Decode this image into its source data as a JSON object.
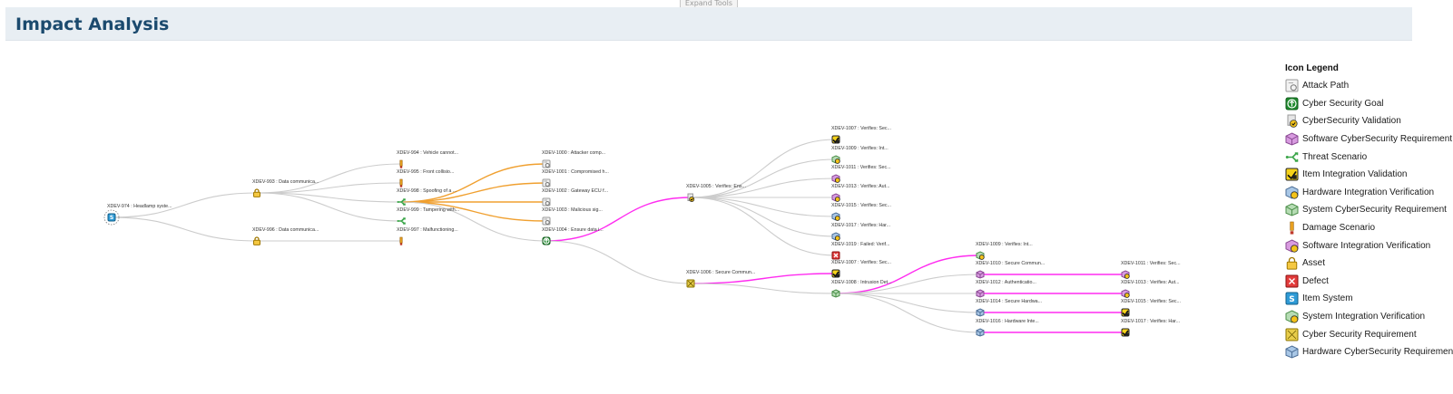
{
  "toolbar": {
    "expand_tools": "Expand Tools"
  },
  "page": {
    "title": "Impact Analysis"
  },
  "legend": {
    "title": "Icon Legend",
    "items": [
      {
        "label": "Attack Path",
        "icon": "attack-path"
      },
      {
        "label": "Cyber Security Goal",
        "icon": "cyber-security-goal"
      },
      {
        "label": "CyberSecurity Validation",
        "icon": "cybersecurity-validation"
      },
      {
        "label": "Software CyberSecurity Requirement",
        "icon": "software-cybersecurity-requirement"
      },
      {
        "label": "Threat Scenario",
        "icon": "threat-scenario"
      },
      {
        "label": "Item Integration Validation",
        "icon": "item-integration-validation"
      },
      {
        "label": "Hardware Integration Verification",
        "icon": "hardware-integration-verification"
      },
      {
        "label": "System CyberSecurity Requirement",
        "icon": "system-cybersecurity-requirement"
      },
      {
        "label": "Damage Scenario",
        "icon": "damage-scenario"
      },
      {
        "label": "Software Integration Verification",
        "icon": "software-integration-verification"
      },
      {
        "label": "Asset",
        "icon": "asset"
      },
      {
        "label": "Defect",
        "icon": "defect"
      },
      {
        "label": "Item System",
        "icon": "item-system"
      },
      {
        "label": "System Integration Verification",
        "icon": "system-integration-verification"
      },
      {
        "label": "Cyber Security Requirement",
        "icon": "cyber-security-requirement"
      },
      {
        "label": "Hardware CyberSecurity Requirement",
        "icon": "hardware-cybersecurity-requirement"
      }
    ]
  },
  "colors": {
    "gray_edge": "#cccccc",
    "orange_edge": "#f0a030",
    "magenta_edge": "#ff2cf0",
    "title": "#1b4a6e",
    "header_bg": "#e8eef3"
  },
  "graph": {
    "nodes": [
      {
        "id": "n974",
        "label": "XDEV-974 : Headlamp syste...",
        "type": "item-system"
      },
      {
        "id": "n993",
        "label": "XDEV-993 : Data communica...",
        "type": "asset"
      },
      {
        "id": "n996",
        "label": "XDEV-996 : Data communica...",
        "type": "asset"
      },
      {
        "id": "n994",
        "label": "XDEV-994 : Vehicle cannot...",
        "type": "damage-scenario"
      },
      {
        "id": "n995",
        "label": "XDEV-995 : Front collisio...",
        "type": "damage-scenario"
      },
      {
        "id": "n998",
        "label": "XDEV-998 : Spoofing of a ...",
        "type": "threat-scenario"
      },
      {
        "id": "n999",
        "label": "XDEV-999 : Tampering with...",
        "type": "threat-scenario"
      },
      {
        "id": "n997",
        "label": "XDEV-997 : Malfunctioning...",
        "type": "damage-scenario"
      },
      {
        "id": "n1000",
        "label": "XDEV-1000 : Attacker comp...",
        "type": "attack-path"
      },
      {
        "id": "n1001",
        "label": "XDEV-1001 : Compromised h...",
        "type": "attack-path"
      },
      {
        "id": "n1002",
        "label": "XDEV-1002 : Gateway ECU f...",
        "type": "attack-path"
      },
      {
        "id": "n1003",
        "label": "XDEV-1003 : Malicious sig...",
        "type": "attack-path"
      },
      {
        "id": "n1004",
        "label": "XDEV-1004 : Ensure data i...",
        "type": "cyber-security-goal"
      },
      {
        "id": "n1005",
        "label": "XDEV-1005 : Verifies: Ens...",
        "type": "cybersecurity-validation"
      },
      {
        "id": "n1006",
        "label": "XDEV-1006 : Secure Commun...",
        "type": "cyber-security-requirement"
      },
      {
        "id": "n1007a",
        "label": "XDEV-1007 : Verifies: Sec...",
        "type": "item-integration-validation"
      },
      {
        "id": "n1009",
        "label": "XDEV-1009 : Verifies: Int...",
        "type": "system-integration-verification"
      },
      {
        "id": "n1011",
        "label": "XDEV-1011 : Verifies: Sec...",
        "type": "software-integration-verification"
      },
      {
        "id": "n1013",
        "label": "XDEV-1013 : Verifies: Aut...",
        "type": "software-integration-verification"
      },
      {
        "id": "n1015",
        "label": "XDEV-1015 : Verifies: Sec...",
        "type": "hardware-integration-verification"
      },
      {
        "id": "n1017",
        "label": "XDEV-1017 : Verifies: Har...",
        "type": "hardware-integration-verification"
      },
      {
        "id": "n1019",
        "label": "XDEV-1019 : Failed: Verif...",
        "type": "defect"
      },
      {
        "id": "n1007b",
        "label": "XDEV-1007 : Verifies: Sec...",
        "type": "item-integration-validation"
      },
      {
        "id": "n1008",
        "label": "XDEV-1008 : Intrusion Det...",
        "type": "system-cybersecurity-requirement"
      },
      {
        "id": "n1009b",
        "label": "XDEV-1009 : Verifies: Int...",
        "type": "system-integration-verification"
      },
      {
        "id": "n1010",
        "label": "XDEV-1010 : Secure Commun...",
        "type": "software-cybersecurity-requirement"
      },
      {
        "id": "n1012",
        "label": "XDEV-1012 : Authenticatio...",
        "type": "software-cybersecurity-requirement"
      },
      {
        "id": "n1014",
        "label": "XDEV-1014 : Secure Hardwa...",
        "type": "hardware-cybersecurity-requirement"
      },
      {
        "id": "n1016",
        "label": "XDEV-1016 : Hardware Inte...",
        "type": "hardware-cybersecurity-requirement"
      },
      {
        "id": "n1011b",
        "label": "XDEV-1011 : Verifies: Sec...",
        "type": "software-integration-verification"
      },
      {
        "id": "n1013b",
        "label": "XDEV-1013 : Verifies: Aut...",
        "type": "software-integration-verification"
      },
      {
        "id": "n1015b",
        "label": "XDEV-1015 : Verifies: Sec...",
        "type": "item-integration-validation"
      },
      {
        "id": "n1017b",
        "label": "XDEV-1017 : Verifies: Har...",
        "type": "item-integration-validation"
      }
    ],
    "edges": [
      {
        "from": "n974",
        "to": "n993",
        "color": "gray"
      },
      {
        "from": "n974",
        "to": "n996",
        "color": "gray"
      },
      {
        "from": "n993",
        "to": "n994",
        "color": "gray"
      },
      {
        "from": "n993",
        "to": "n995",
        "color": "gray"
      },
      {
        "from": "n993",
        "to": "n998",
        "color": "gray"
      },
      {
        "from": "n993",
        "to": "n999",
        "color": "gray"
      },
      {
        "from": "n996",
        "to": "n997",
        "color": "gray"
      },
      {
        "from": "n998",
        "to": "n1000",
        "color": "orange"
      },
      {
        "from": "n998",
        "to": "n1001",
        "color": "orange"
      },
      {
        "from": "n998",
        "to": "n1002",
        "color": "orange"
      },
      {
        "from": "n998",
        "to": "n1003",
        "color": "orange"
      },
      {
        "from": "n998",
        "to": "n1004",
        "color": "gray"
      },
      {
        "from": "n1004",
        "to": "n1005",
        "color": "magenta"
      },
      {
        "from": "n1004",
        "to": "n1006",
        "color": "gray"
      },
      {
        "from": "n1005",
        "to": "n1007a",
        "color": "gray"
      },
      {
        "from": "n1005",
        "to": "n1009",
        "color": "gray"
      },
      {
        "from": "n1005",
        "to": "n1011",
        "color": "gray"
      },
      {
        "from": "n1005",
        "to": "n1013",
        "color": "gray"
      },
      {
        "from": "n1005",
        "to": "n1015",
        "color": "gray"
      },
      {
        "from": "n1005",
        "to": "n1017",
        "color": "gray"
      },
      {
        "from": "n1005",
        "to": "n1019",
        "color": "gray"
      },
      {
        "from": "n1006",
        "to": "n1007b",
        "color": "magenta"
      },
      {
        "from": "n1006",
        "to": "n1008",
        "color": "gray"
      },
      {
        "from": "n1008",
        "to": "n1009b",
        "color": "magenta"
      },
      {
        "from": "n1008",
        "to": "n1010",
        "color": "gray"
      },
      {
        "from": "n1008",
        "to": "n1012",
        "color": "gray"
      },
      {
        "from": "n1008",
        "to": "n1014",
        "color": "gray"
      },
      {
        "from": "n1008",
        "to": "n1016",
        "color": "gray"
      },
      {
        "from": "n1010",
        "to": "n1011b",
        "color": "magenta"
      },
      {
        "from": "n1012",
        "to": "n1013b",
        "color": "magenta"
      },
      {
        "from": "n1014",
        "to": "n1015b",
        "color": "magenta"
      },
      {
        "from": "n1016",
        "to": "n1017b",
        "color": "magenta"
      }
    ]
  }
}
